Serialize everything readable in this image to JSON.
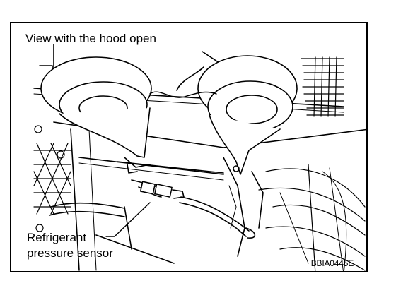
{
  "diagram": {
    "caption": "View with the hood open",
    "callout_line1": "Refrigerant",
    "callout_line2": "pressure sensor",
    "figure_code": "BBIA0445E"
  }
}
